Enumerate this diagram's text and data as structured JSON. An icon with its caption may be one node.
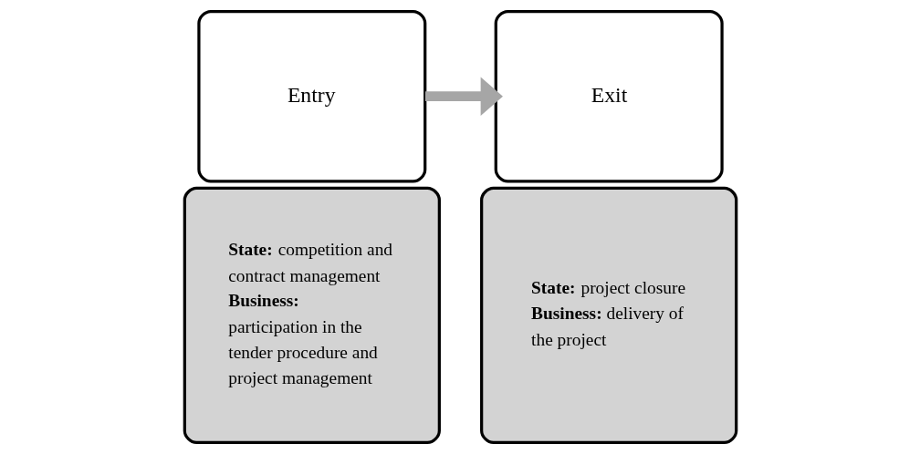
{
  "diagram": {
    "nodes": [
      {
        "text": [
          "Entry"
        ]
      },
      {
        "text": [
          "**State:** competition and contract management",
          "**Business:** participation in the tender procedure and project management"
        ]
      },
      {
        "text": [
          "Exit"
        ]
      },
      {
        "text": [
          "**State:** project closure",
          "**Business:** delivery of the project"
        ]
      }
    ],
    "edges": [
      {
        "from": 0,
        "to": 2,
        "arrow": "to",
        "color": "#a6a6a6"
      }
    ]
  }
}
